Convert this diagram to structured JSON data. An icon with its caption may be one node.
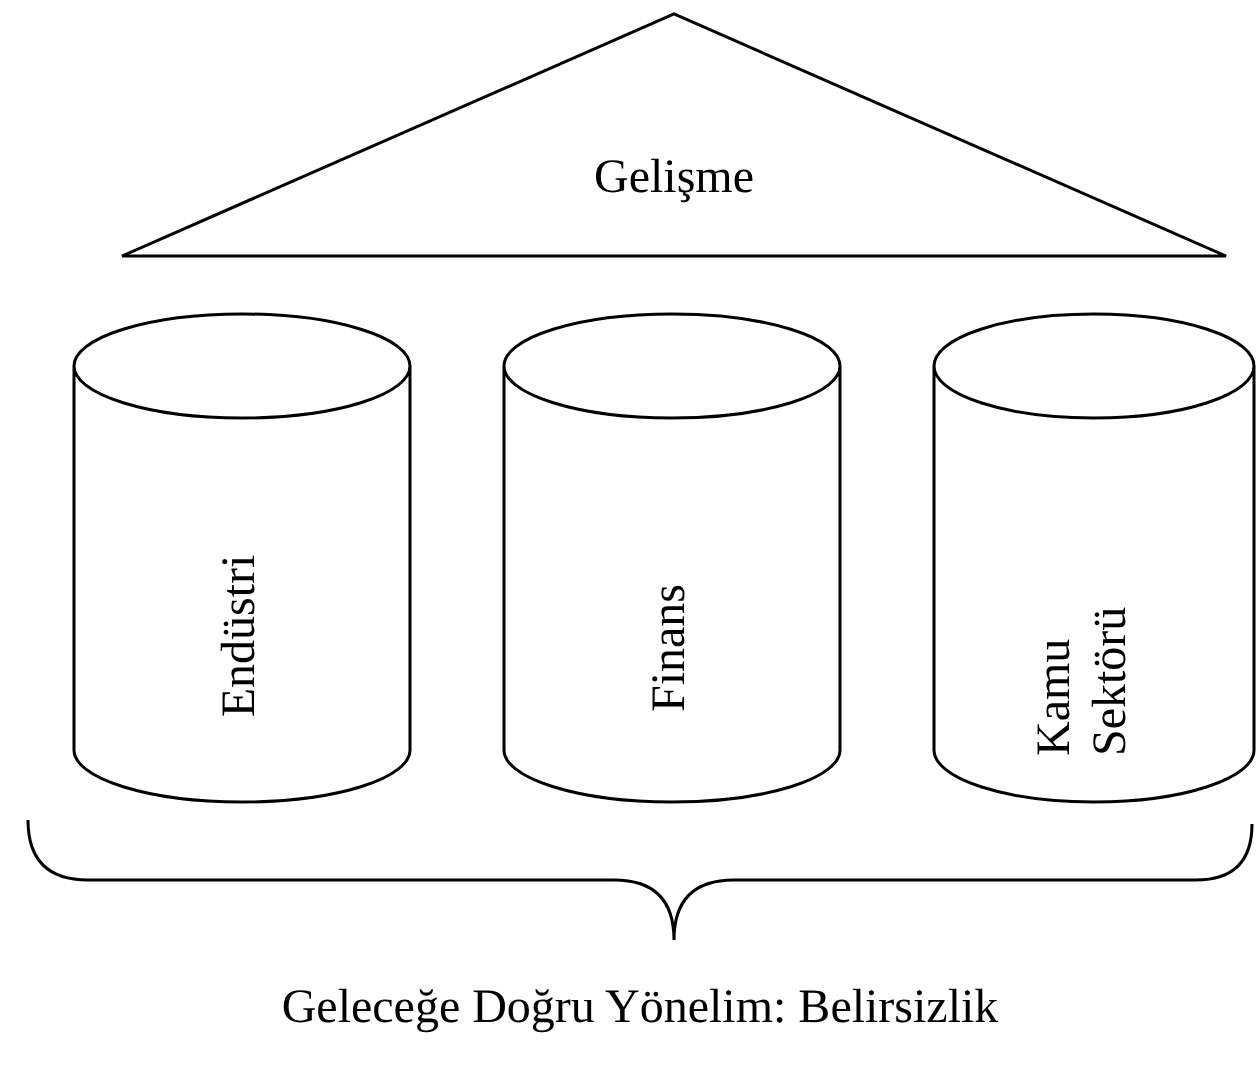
{
  "diagram": {
    "nodes": [
      {
        "text": [
          "Gelişme"
        ]
      },
      {
        "text": [
          "Endüstri"
        ]
      },
      {
        "text": [
          "Finans"
        ]
      },
      {
        "text": [
          "Kamu Sektörü"
        ]
      }
    ],
    "labels": [
      "Geleceğe Doğru Yönelim: Belirsizlik"
    ]
  }
}
